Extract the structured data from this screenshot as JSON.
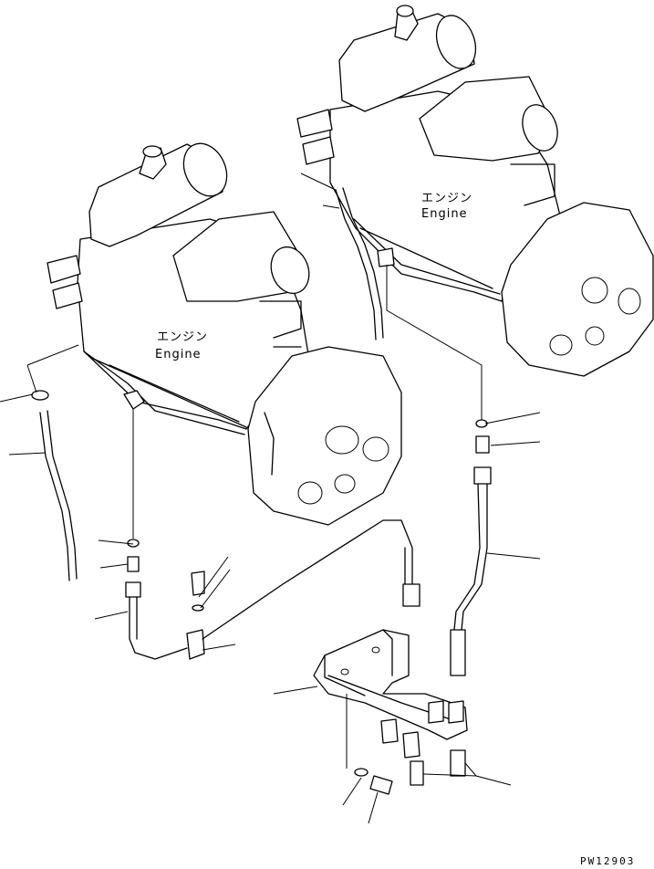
{
  "engine_left": {
    "label_jp": "エンジン",
    "label_en": "Engine"
  },
  "engine_right": {
    "label_jp": "エンジン",
    "label_en": "Engine"
  },
  "drawing_code": "PW12903"
}
